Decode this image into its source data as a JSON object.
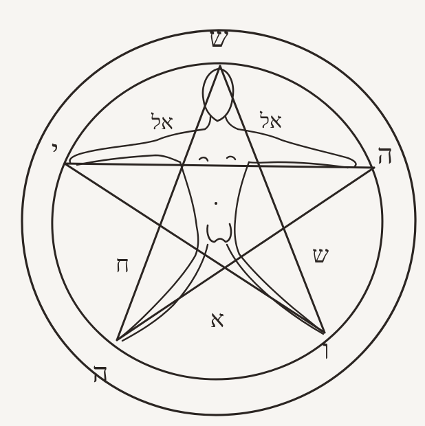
{
  "diagram": {
    "ink_color": "#2b2522",
    "paper_color": "#f7f5f2",
    "labels": {
      "top": "ש",
      "upper_left": "י",
      "upper_right": "ה",
      "lower_left": "ה",
      "lower_right": "ו",
      "center": "א",
      "left_arm": "ח",
      "right_arm": "ש",
      "above_left_arm": "אל",
      "above_right_arm": "אל"
    }
  }
}
